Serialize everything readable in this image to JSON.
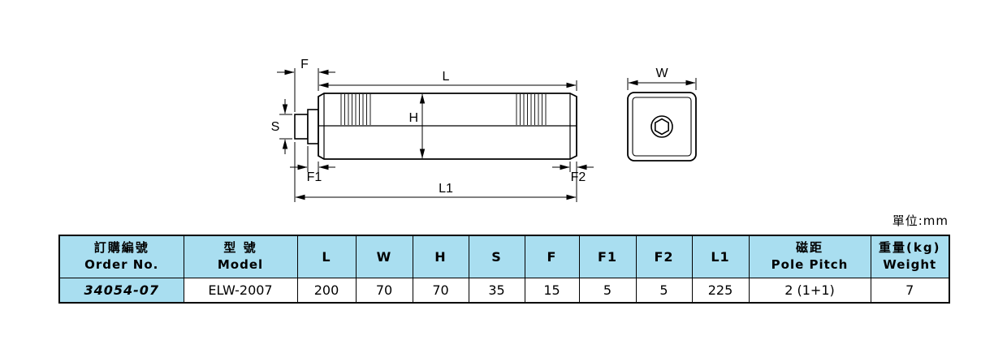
{
  "colors": {
    "header-bg": "#a9def0",
    "line": "#000000",
    "text": "#000000"
  },
  "unit_label": "單位:mm",
  "drawing": {
    "labels": {
      "F": "F",
      "L": "L",
      "H": "H",
      "S": "S",
      "F1": "F1",
      "F2": "F2",
      "L1": "L1",
      "W": "W"
    }
  },
  "table": {
    "headers": [
      {
        "line1": "訂購編號",
        "line2": "Order No."
      },
      {
        "line1": "型 號",
        "line2": "Model"
      },
      {
        "line1": "L"
      },
      {
        "line1": "W"
      },
      {
        "line1": "H"
      },
      {
        "line1": "S"
      },
      {
        "line1": "F"
      },
      {
        "line1": "F1"
      },
      {
        "line1": "F2"
      },
      {
        "line1": "L1"
      },
      {
        "line1": "磁距",
        "line2": "Pole Pitch"
      },
      {
        "line1": "重量(kg)",
        "line2": "Weight"
      }
    ],
    "row": {
      "order_no": "34054-07",
      "model": "ELW-2007",
      "L": "200",
      "W": "70",
      "H": "70",
      "S": "35",
      "F": "15",
      "F1": "5",
      "F2": "5",
      "L1": "225",
      "pole_pitch": "2 (1+1)",
      "weight": "7"
    }
  }
}
